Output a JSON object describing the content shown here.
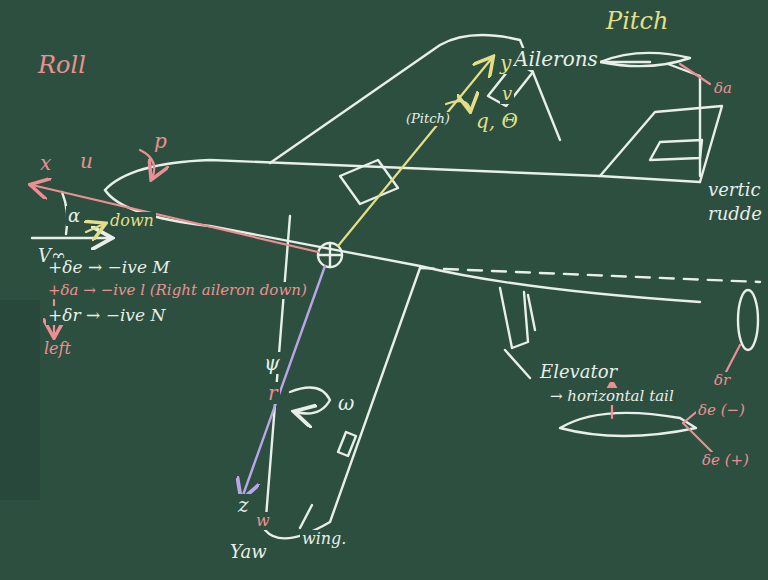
{
  "diagram": {
    "labels": [
      "Pitch",
      "Roll",
      "x",
      "u",
      "p",
      "α",
      "V∞",
      "Ailerons",
      "y",
      "v",
      "(Pitch)",
      "q, Θ",
      "vertic",
      "rudde",
      "Elevator",
      "→ horizontal tail",
      "δe (−)",
      "δe (+)",
      "δa",
      "δr",
      "ψ",
      "r",
      "ω",
      "z",
      "w",
      "Yaw",
      "wing.",
      "down",
      "+δe → −ive M",
      "+δa → −ive l (Right aileron down)",
      "+δr → −ive N",
      "left"
    ]
  }
}
